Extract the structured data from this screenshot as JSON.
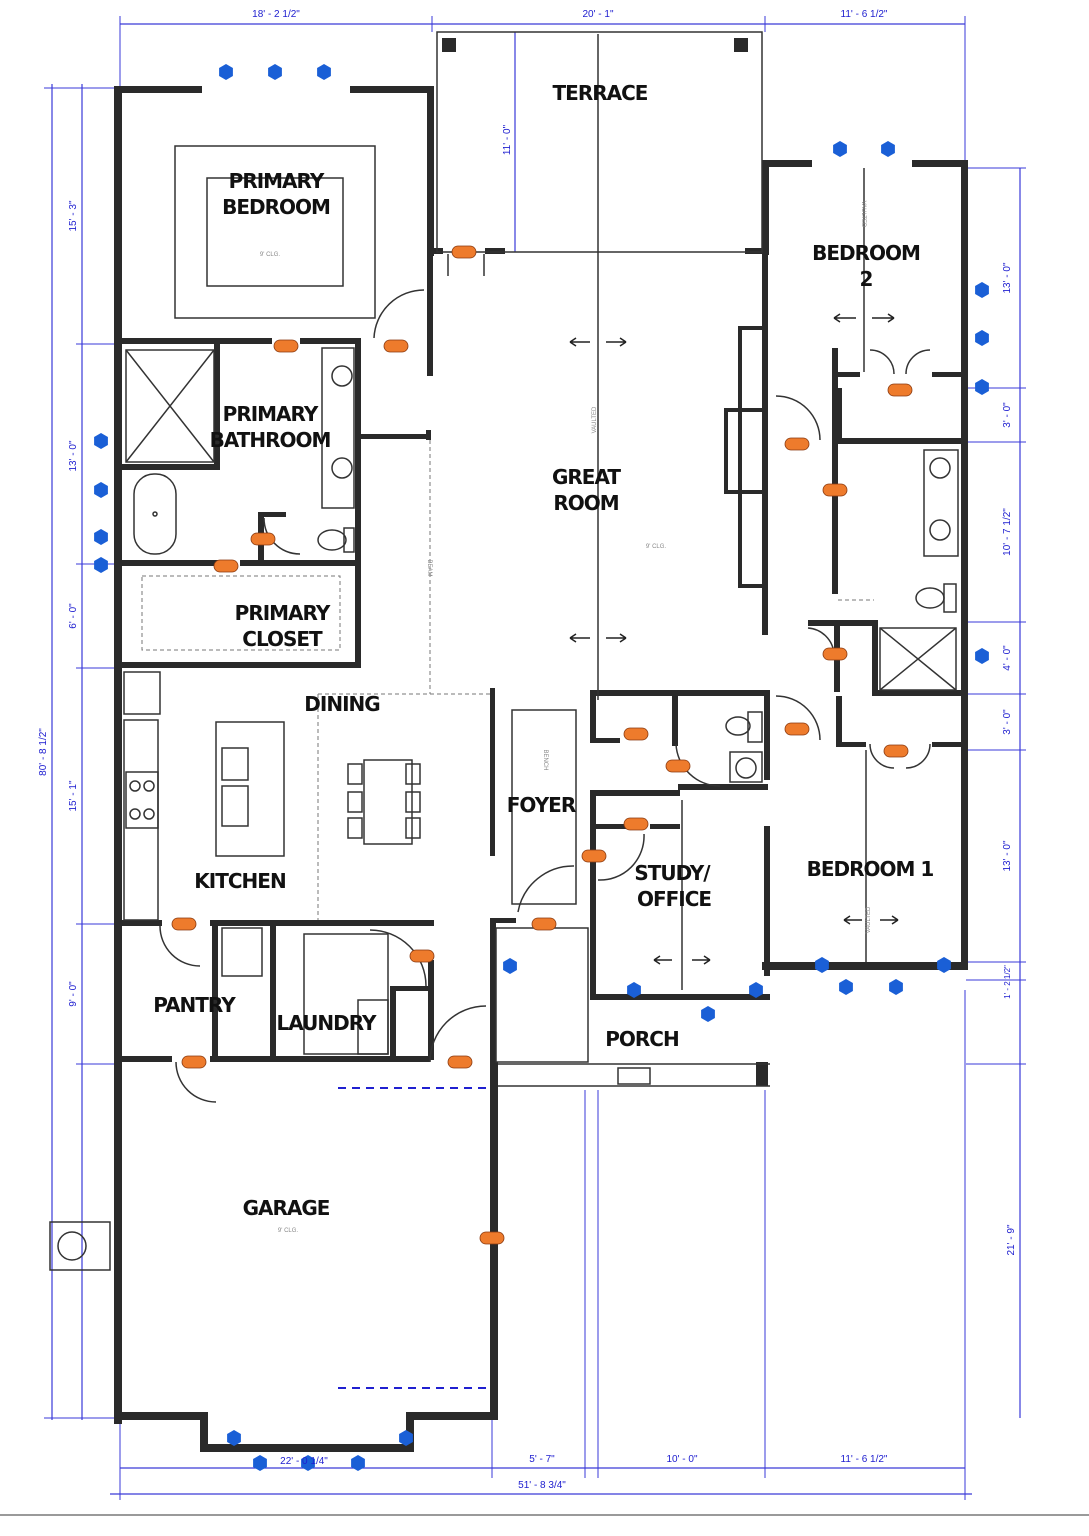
{
  "rooms": {
    "terrace": "TERRACE",
    "primary_bedroom": [
      "PRIMARY",
      "BEDROOM"
    ],
    "bedroom2": [
      "BEDROOM",
      "2"
    ],
    "primary_bathroom": [
      "PRIMARY",
      "BATHROOM"
    ],
    "great_room": [
      "GREAT",
      "ROOM"
    ],
    "primary_closet": [
      "PRIMARY",
      "CLOSET"
    ],
    "dining": "DINING",
    "kitchen": "KITCHEN",
    "foyer": "FOYER",
    "study": [
      "STUDY/",
      "OFFICE"
    ],
    "bedroom1": "BEDROOM 1",
    "pantry": "PANTRY",
    "laundry": "LAUNDRY",
    "porch": "PORCH",
    "garage": "GARAGE"
  },
  "dimensions": {
    "top_left": "18' - 2 1/2\"",
    "top_middle": "20' - 1\"",
    "top_right": "11' - 6 1/2\"",
    "overall_height": "80' - 8 1/2\"",
    "left_primary_bedroom": "15' - 3\"",
    "left_primary_bathroom": "13' - 0\"",
    "left_primary_closet": "6' - 0\"",
    "left_kitchen": "15' - 1\"",
    "left_pantry": "9' - 0\"",
    "terrace_depth": "11' - 0\"",
    "right_bedroom2": "13' - 0\"",
    "right_hall": "3' - 0\"",
    "right_bath": "10' - 7 1/2\"",
    "right_shower": "4' - 0\"",
    "right_hall2": "3' - 0\"",
    "right_bedroom1": "13' - 0\"",
    "right_porch_step": "1' - 2 1/2\"",
    "right_garage": "21' - 9\"",
    "bottom_garage": "22' - 0 1/4\"",
    "bottom_entry": "5' - 7\"",
    "bottom_porch": "10' - 0\"",
    "bottom_right": "11' - 6 1/2\"",
    "overall_width": "51' - 8 3/4\""
  },
  "notes": {
    "great_room_valley": "VAULTED",
    "bedroom2_valley": "VAULTED",
    "bedroom1_valley": "VAULTED",
    "dining_rail": "BEAM",
    "foyer_bench": "BENCH",
    "small_label": "9' CLG."
  },
  "colors": {
    "wall": "#2a2a2a",
    "dimension_blue": "#2020d0",
    "light_fixture_blue": "#1a5fd6",
    "outlet_orange": "#ee7b2c"
  }
}
